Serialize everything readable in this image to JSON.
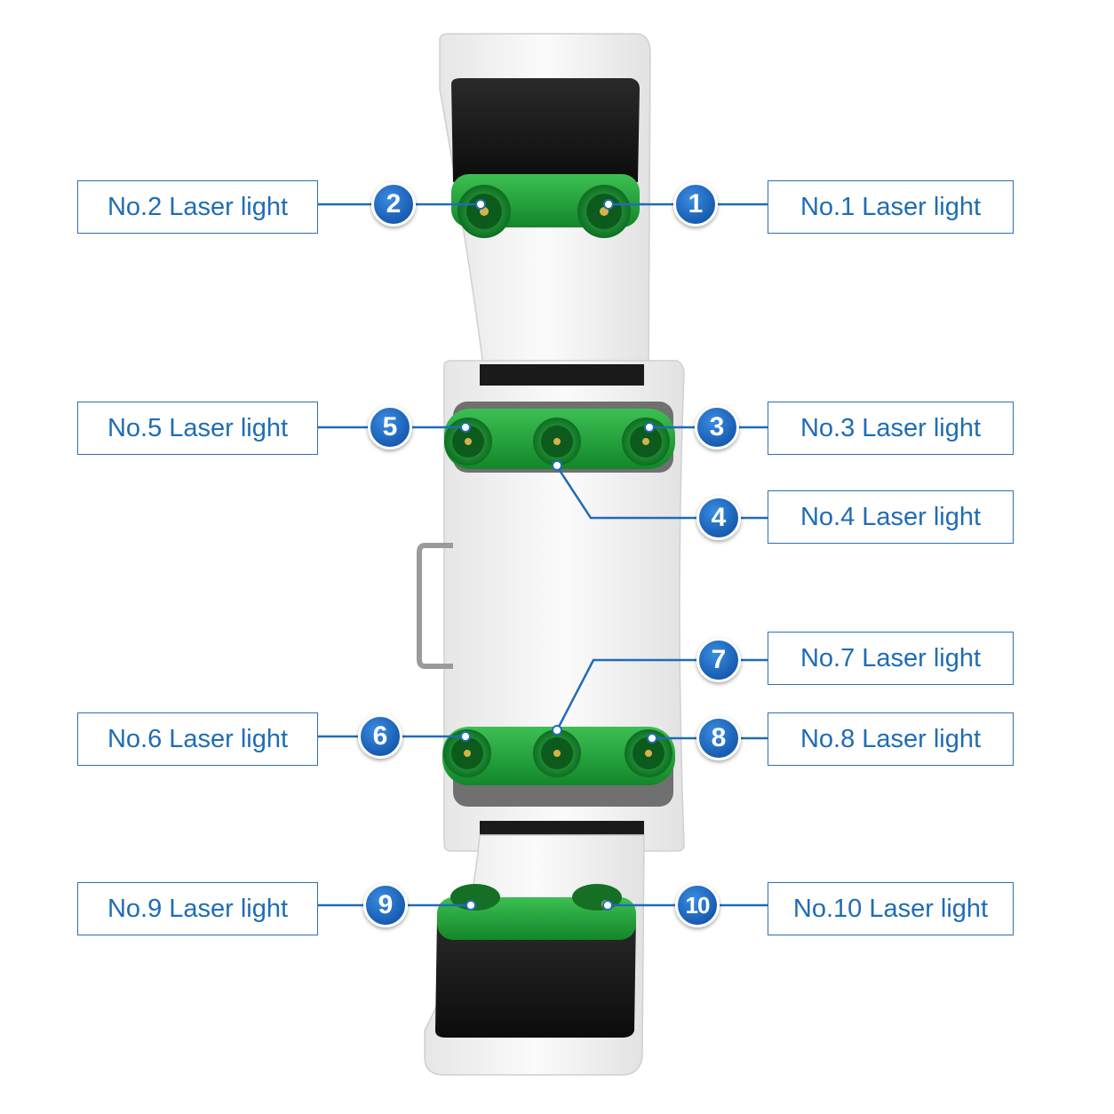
{
  "labels": [
    {
      "num": "1",
      "text": "No.1 Laser light"
    },
    {
      "num": "2",
      "text": "No.2 Laser light"
    },
    {
      "num": "3",
      "text": "No.3 Laser light"
    },
    {
      "num": "4",
      "text": "No.4 Laser light"
    },
    {
      "num": "5",
      "text": "No.5 Laser light"
    },
    {
      "num": "6",
      "text": "No.6 Laser light"
    },
    {
      "num": "7",
      "text": "No.7 Laser light"
    },
    {
      "num": "8",
      "text": "No.8 Laser light"
    },
    {
      "num": "9",
      "text": "No.9 Laser light"
    },
    {
      "num": "10",
      "text": "No.10 Laser light"
    }
  ],
  "colors": {
    "accent_blue": "#1f6cb6",
    "label_border": "#2d6fb3",
    "laser_green": "#1fa33a",
    "housing_white": "#f4f4f4",
    "housing_black": "#151515"
  }
}
